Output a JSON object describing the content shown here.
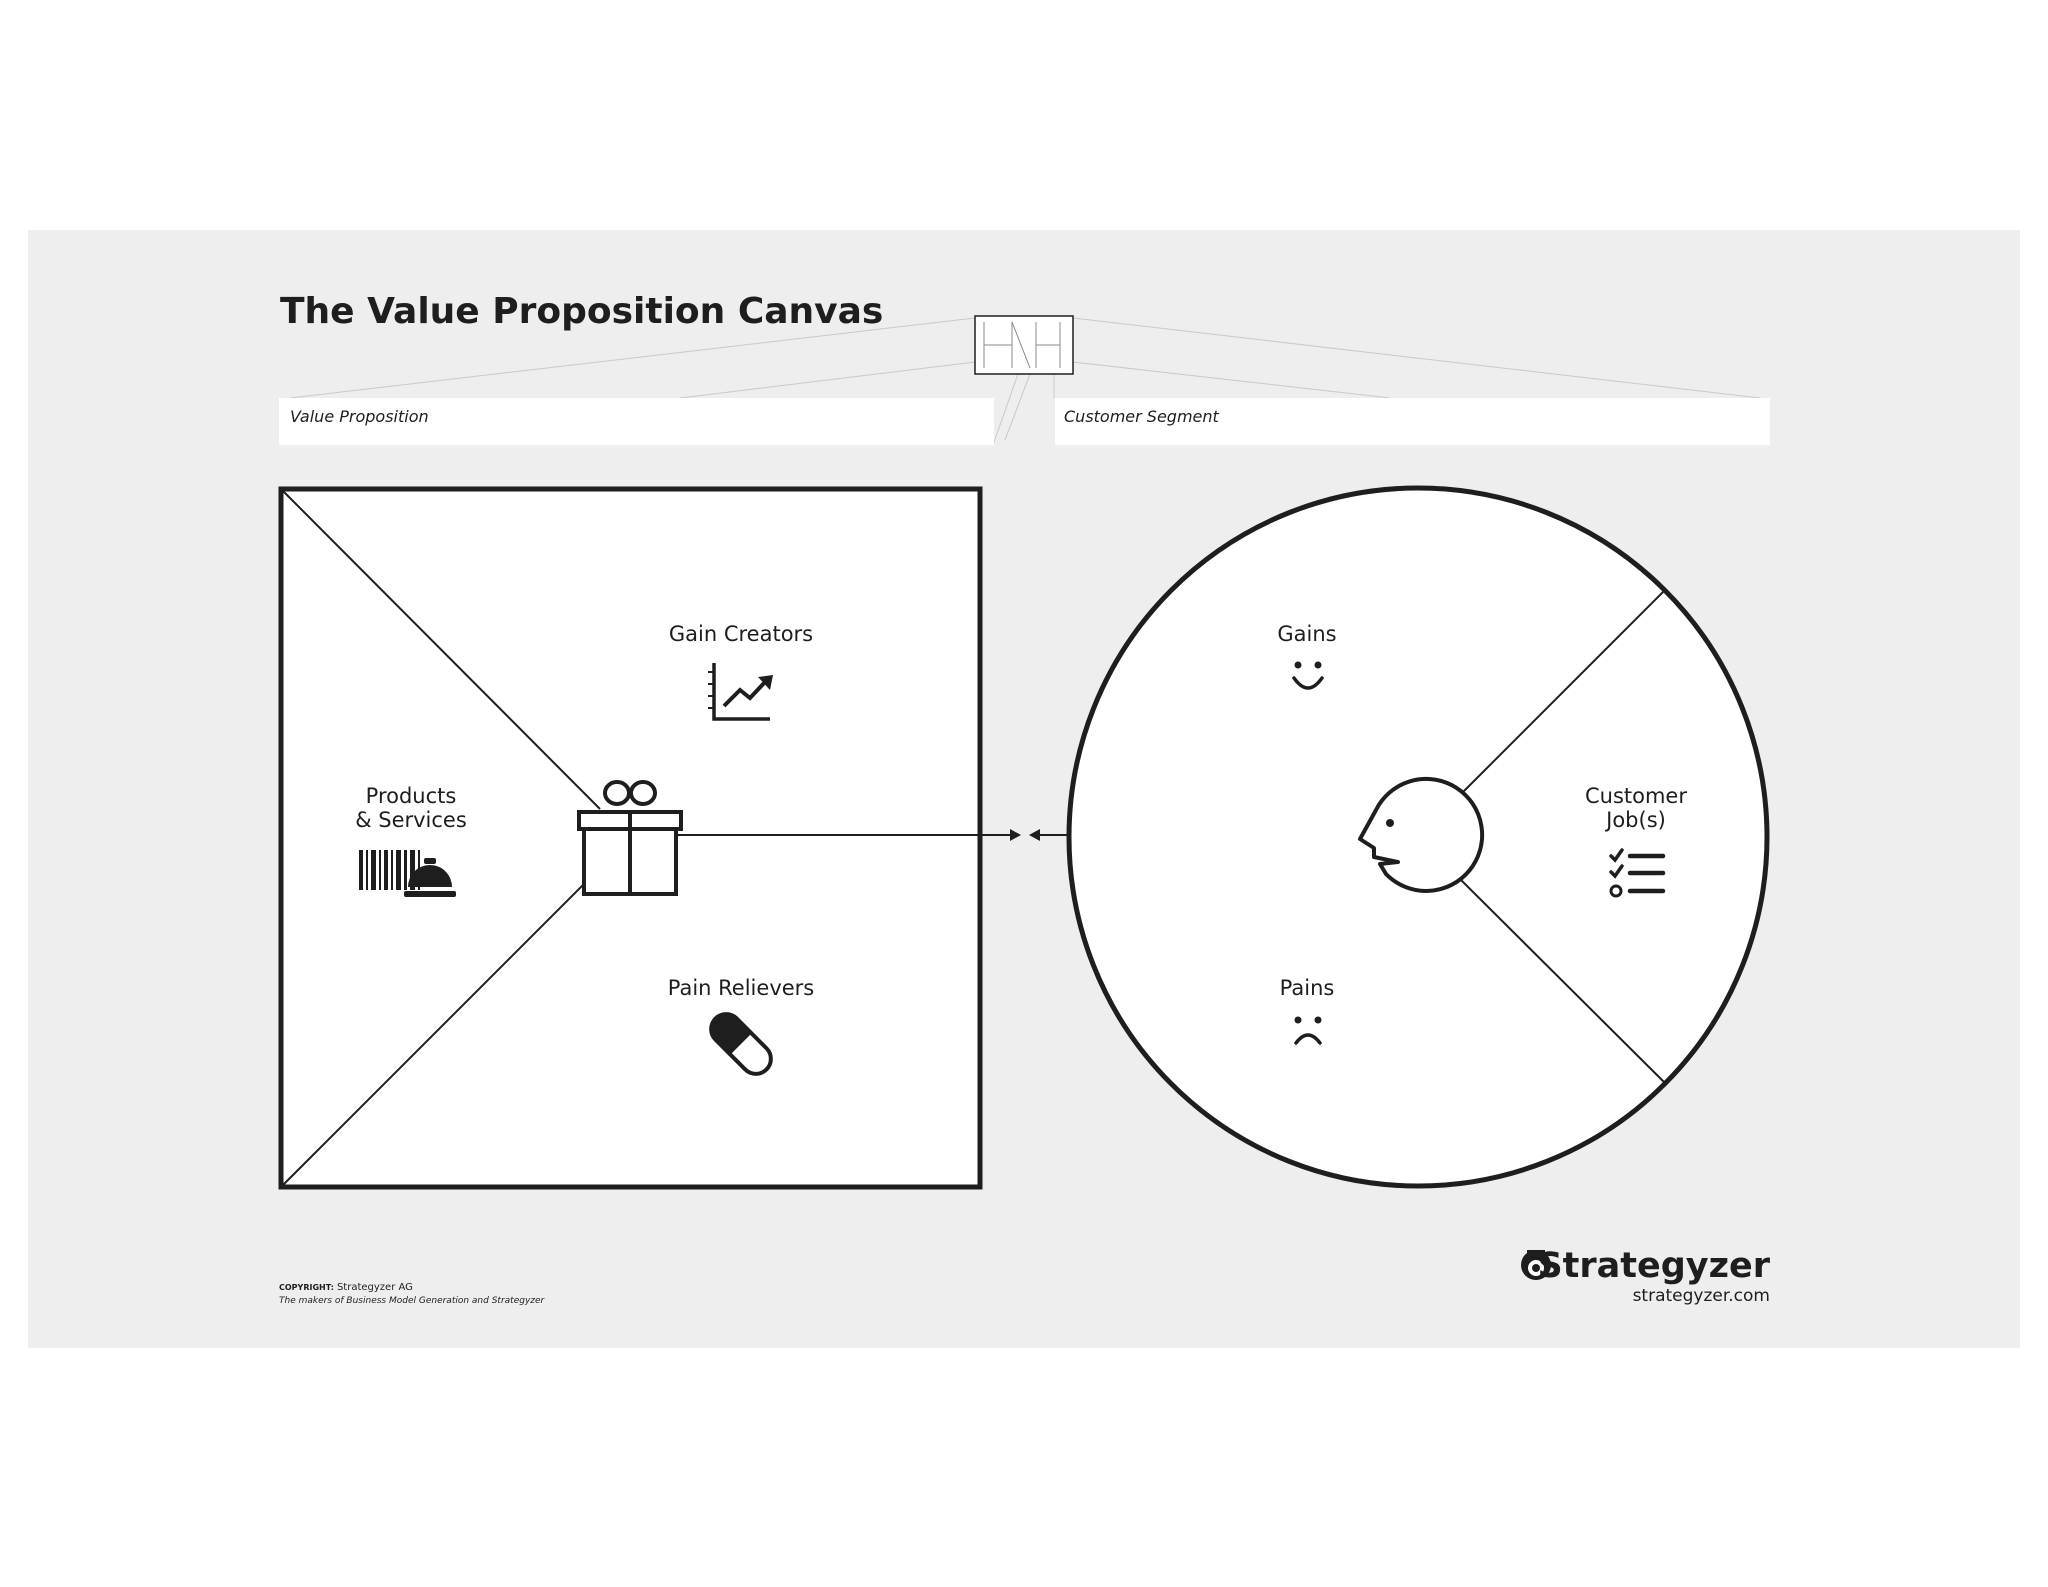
{
  "title": "The Value Proposition Canvas",
  "header_boxes": {
    "value_proposition": "Value Proposition",
    "customer_segment": "Customer Segment"
  },
  "value_map": {
    "gain_creators": "Gain Creators",
    "products_services_line1": "Products",
    "products_services_line2": "& Services",
    "pain_relievers": "Pain Relievers"
  },
  "customer_profile": {
    "gains": "Gains",
    "customer_jobs_line1": "Customer",
    "customer_jobs_line2": "Job(s)",
    "pains": "Pains"
  },
  "footer": {
    "copyright_label": "COPYRIGHT:",
    "copyright_owner": "Strategyzer AG",
    "tagline": "The makers of Business Model Generation and Strategyzer",
    "brand": "Strategyzer",
    "url": "strategyzer.com"
  },
  "icons": [
    "canvas-thumbnail-icon",
    "gift-icon",
    "growth-chart-icon",
    "barcode-icon",
    "service-bell-icon",
    "pill-icon",
    "face-profile-icon",
    "smile-icon",
    "frown-icon",
    "checklist-icon",
    "strategyzer-logo-icon"
  ],
  "colors": {
    "background_panel": "#eeeeee",
    "ink": "#1e1e1e",
    "white": "#ffffff"
  }
}
